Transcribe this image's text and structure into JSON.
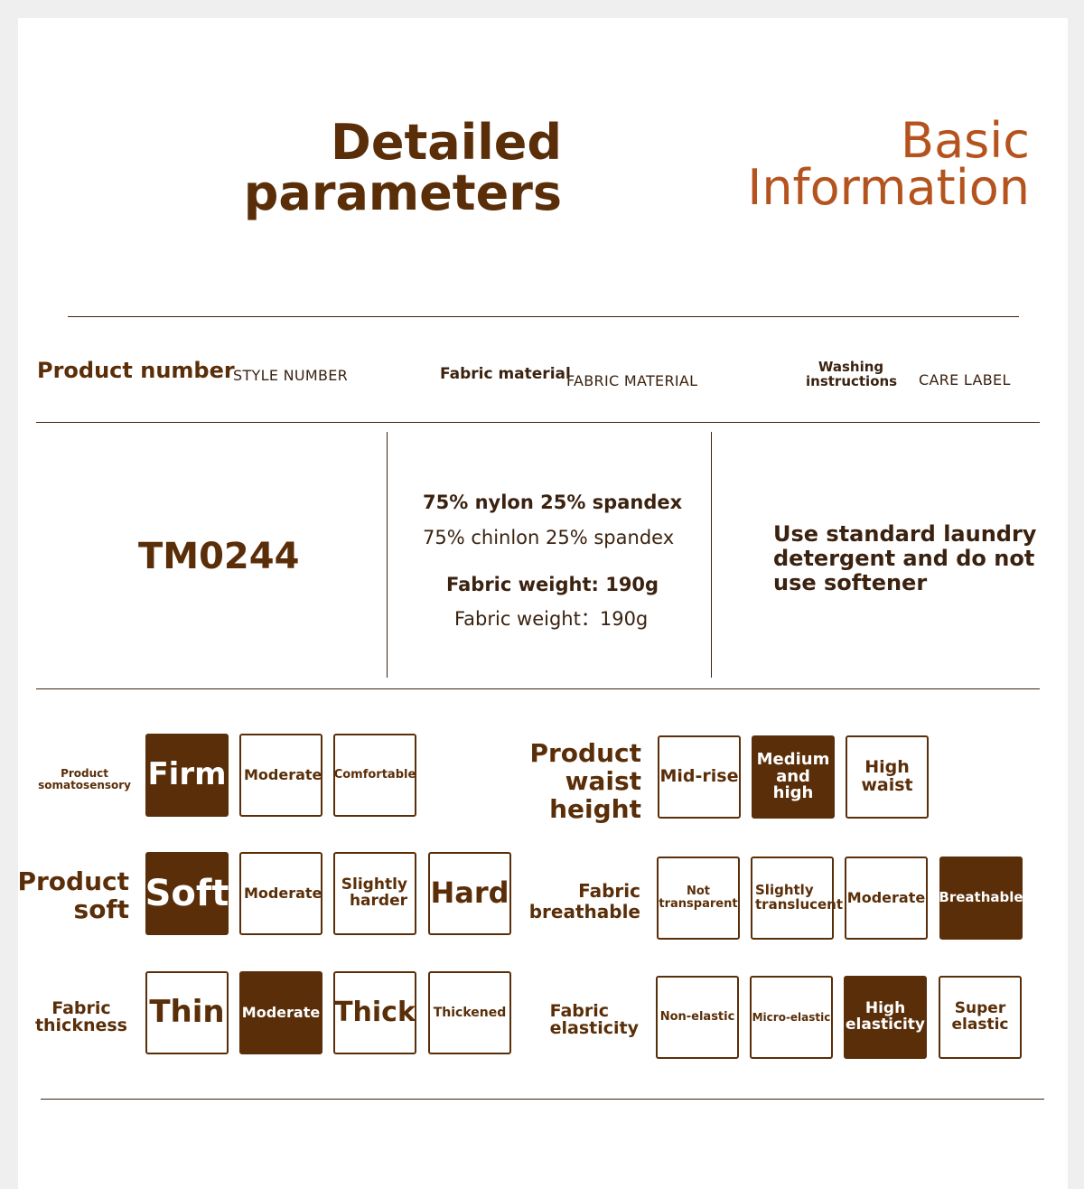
{
  "header": {
    "detailed_line1": "Detailed",
    "detailed_line2": "parameters",
    "basic_line1": "Basic",
    "basic_line2": "Information"
  },
  "info_headers": {
    "product_number": "Product number",
    "style_number": "STYLE NUMBER",
    "fabric_material": "Fabric material",
    "fabric_material_en": "FABRIC MATERIAL",
    "washing_line1": "Washing",
    "washing_line2": "instructions",
    "care_label": "CARE LABEL"
  },
  "info_values": {
    "style_number": "TM0244",
    "material_bold": "75% nylon 25% spandex",
    "material_light": "75% chinlon 25% spandex",
    "weight_bold": "Fabric weight: 190g",
    "weight_light": "Fabric weight：190g",
    "care_text": "Use standard laundry detergent and do not use softener"
  },
  "attributes": {
    "somatosensory": {
      "label_line1": "Product",
      "label_line2": "somatosensory",
      "options": [
        "Firm",
        "Moderate",
        "Comfortable"
      ],
      "selected": "Firm"
    },
    "soft": {
      "label_line1": "Product",
      "label_line2": "soft",
      "options": [
        "Soft",
        "Moderate",
        "Slightly harder",
        "Hard"
      ],
      "selected": "Soft"
    },
    "thickness": {
      "label_line1": "Fabric",
      "label_line2": "thickness",
      "options": [
        "Thin",
        "Moderate",
        "Thick",
        "Thickened"
      ],
      "selected": "Moderate"
    },
    "waist": {
      "label_line1": "Product",
      "label_line2": "waist",
      "label_line3": "height",
      "options": [
        "Mid-rise",
        "Medium and high",
        "High waist"
      ],
      "selected": "Medium and high"
    },
    "breathable": {
      "label_line1": "Fabric",
      "label_line2": "breathable",
      "options": [
        "Not transparent",
        "Slightly translucent",
        "Moderate",
        "Breathable"
      ],
      "selected": "Breathable"
    },
    "elasticity": {
      "label_line1": "Fabric",
      "label_line2": "elasticity",
      "options": [
        "Non-elastic",
        "Micro-elastic",
        "High elasticity",
        "Super elastic"
      ],
      "selected": "High elasticity"
    }
  },
  "colors": {
    "brown": "#5a2e08",
    "orange": "#b4531e",
    "line": "#3c2412"
  }
}
